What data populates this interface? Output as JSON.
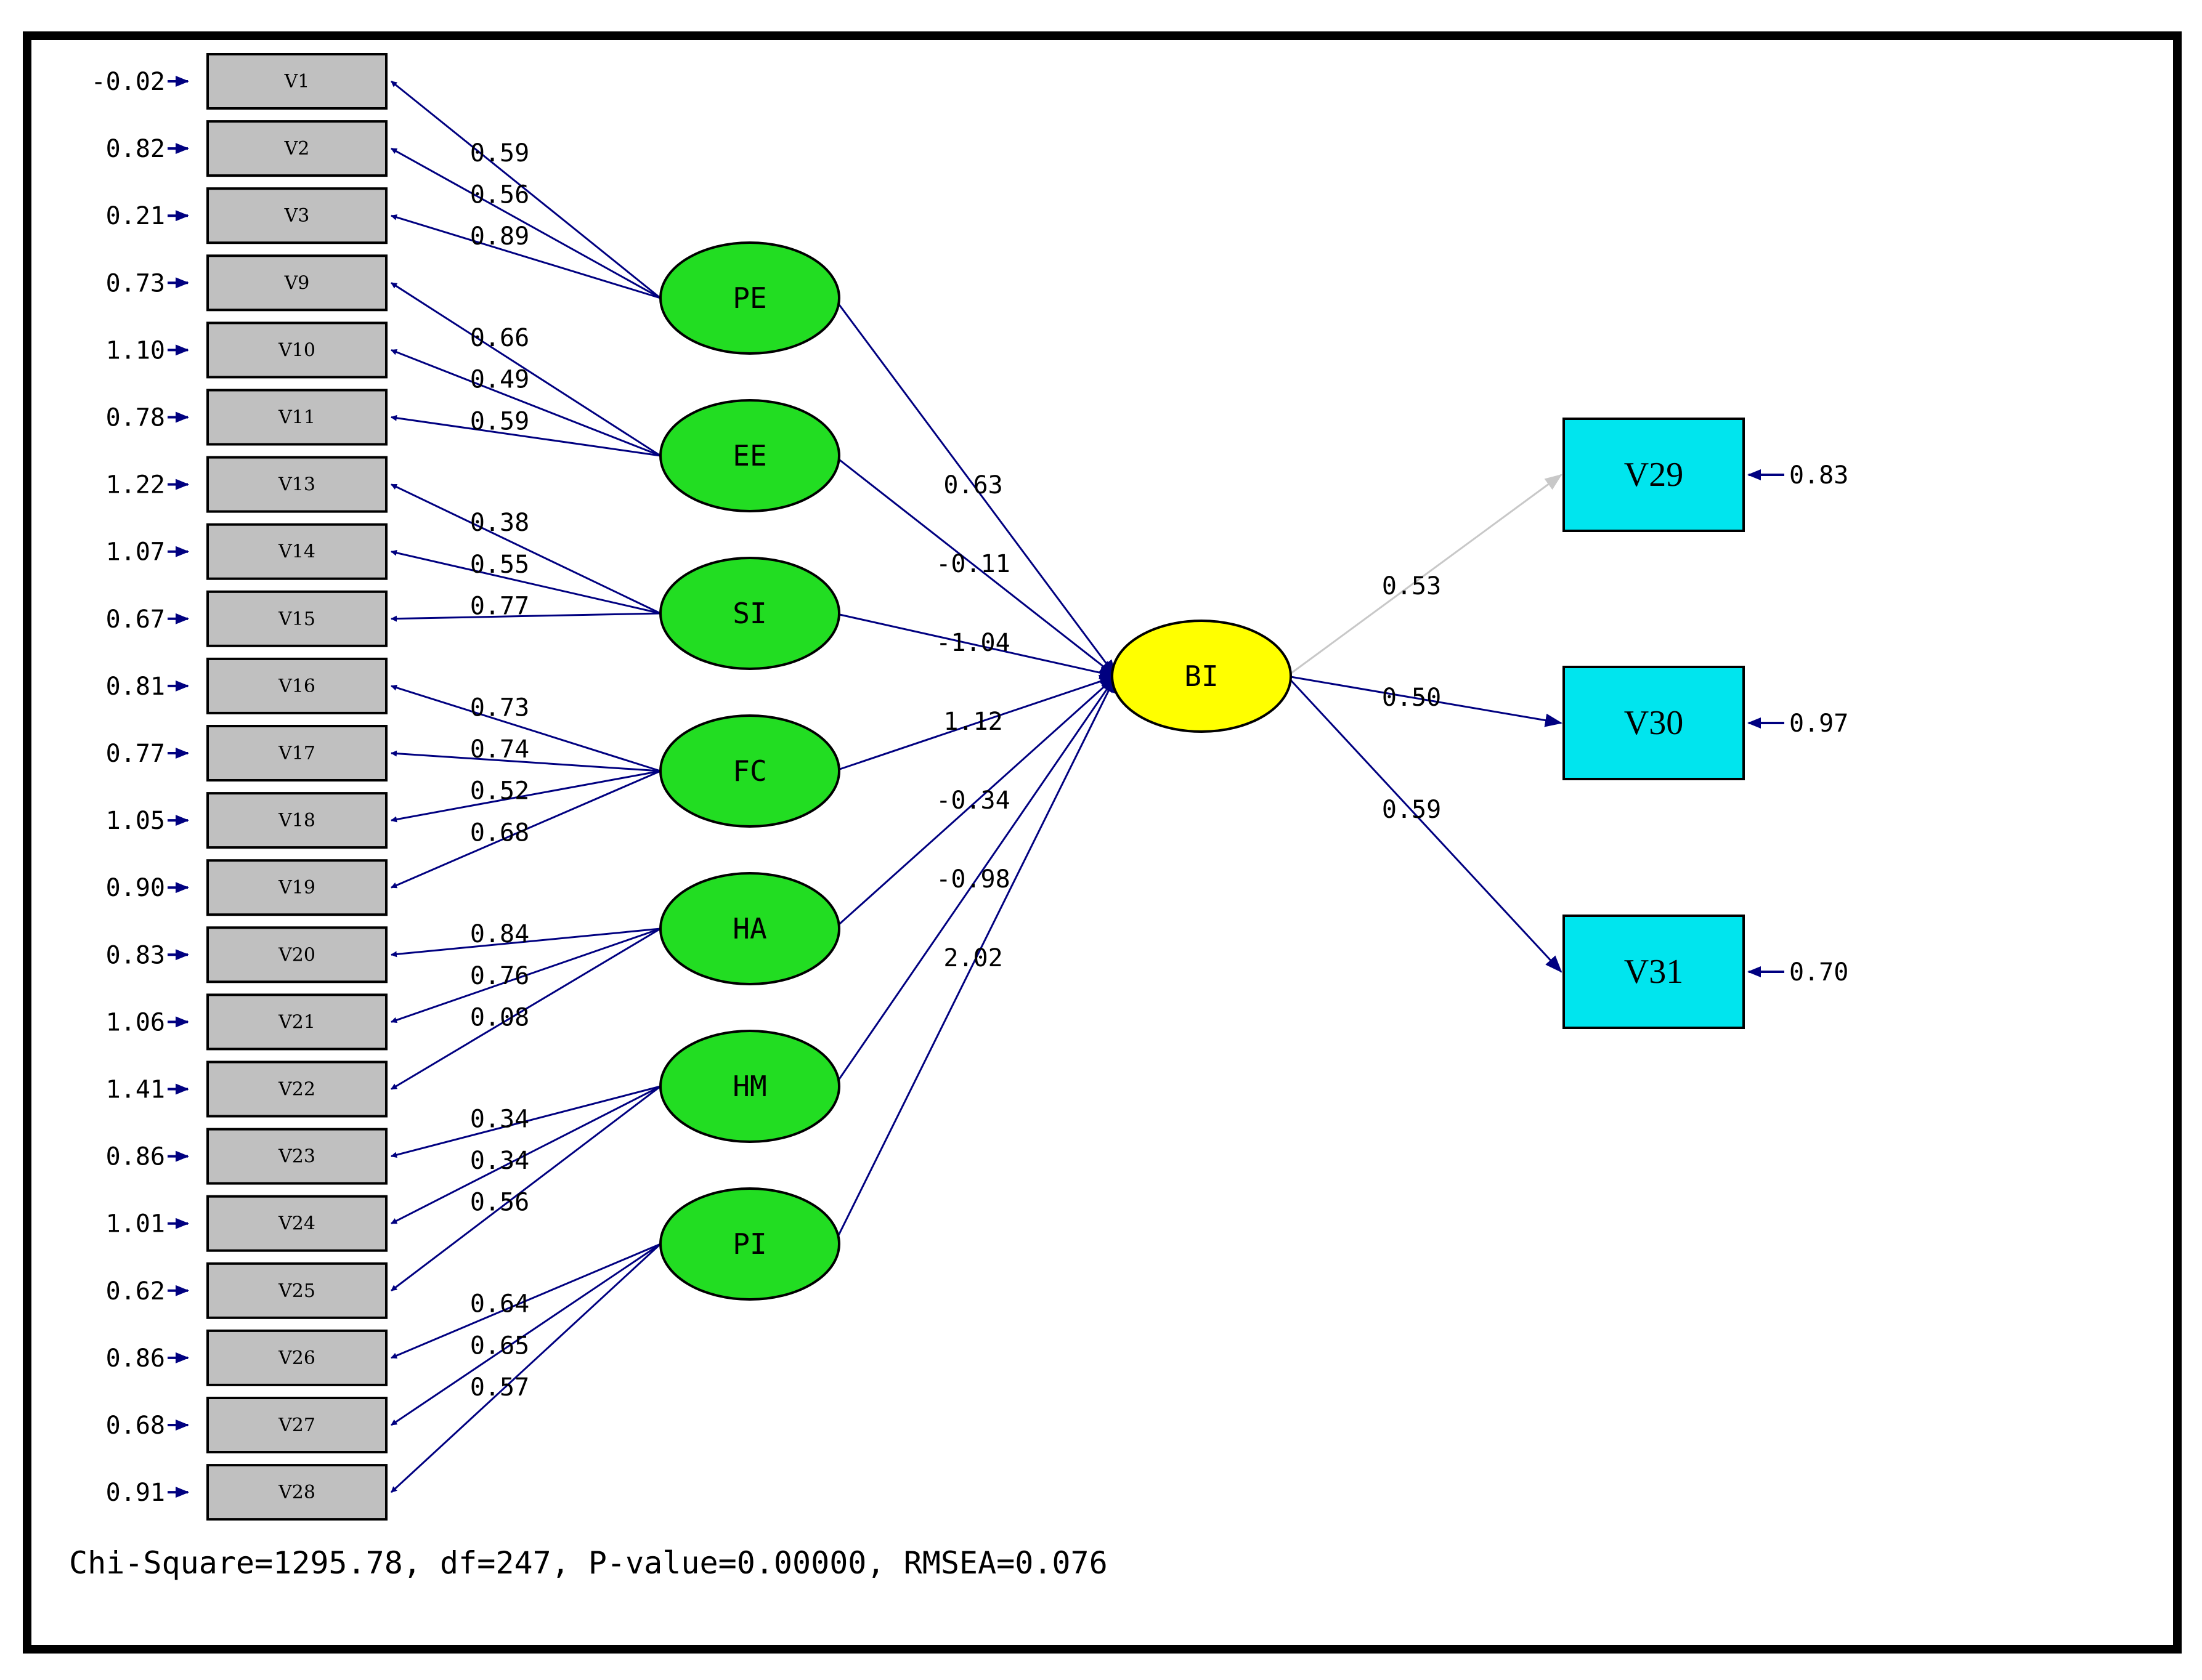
{
  "indicators": [
    {
      "name": "V1",
      "error": "-0.02"
    },
    {
      "name": "V2",
      "error": "0.82"
    },
    {
      "name": "V3",
      "error": "0.21"
    },
    {
      "name": "V9",
      "error": "0.73"
    },
    {
      "name": "V10",
      "error": "1.10"
    },
    {
      "name": "V11",
      "error": "0.78"
    },
    {
      "name": "V13",
      "error": "1.22"
    },
    {
      "name": "V14",
      "error": "1.07"
    },
    {
      "name": "V15",
      "error": "0.67"
    },
    {
      "name": "V16",
      "error": "0.81"
    },
    {
      "name": "V17",
      "error": "0.77"
    },
    {
      "name": "V18",
      "error": "1.05"
    },
    {
      "name": "V19",
      "error": "0.90"
    },
    {
      "name": "V20",
      "error": "0.83"
    },
    {
      "name": "V21",
      "error": "1.06"
    },
    {
      "name": "V22",
      "error": "1.41"
    },
    {
      "name": "V23",
      "error": "0.86"
    },
    {
      "name": "V24",
      "error": "1.01"
    },
    {
      "name": "V25",
      "error": "0.62"
    },
    {
      "name": "V26",
      "error": "0.86"
    },
    {
      "name": "V27",
      "error": "0.68"
    },
    {
      "name": "V28",
      "error": "0.91"
    }
  ],
  "latents": [
    {
      "name": "PE",
      "loadings": [
        "0.59",
        "0.56",
        "0.89"
      ],
      "path": "0.63",
      "targets": [
        0,
        1,
        2
      ]
    },
    {
      "name": "EE",
      "loadings": [
        "0.66",
        "0.49",
        "0.59"
      ],
      "path": "-0.11",
      "targets": [
        3,
        4,
        5
      ]
    },
    {
      "name": "SI",
      "loadings": [
        "0.38",
        "0.55",
        "0.77"
      ],
      "path": "-1.04",
      "targets": [
        6,
        7,
        8
      ]
    },
    {
      "name": "FC",
      "loadings": [
        "0.73",
        "0.74",
        "0.52",
        "0.68"
      ],
      "path": "1.12",
      "targets": [
        9,
        10,
        11,
        12
      ]
    },
    {
      "name": "HA",
      "loadings": [
        "0.84",
        "0.76",
        "0.08"
      ],
      "path": "-0.34",
      "targets": [
        13,
        14,
        15
      ]
    },
    {
      "name": "HM",
      "loadings": [
        "0.34",
        "0.34",
        "0.56"
      ],
      "path": "-0.98",
      "targets": [
        16,
        17,
        18
      ]
    },
    {
      "name": "PI",
      "loadings": [
        "0.64",
        "0.65",
        "0.57"
      ],
      "path": "2.02",
      "targets": [
        19,
        20,
        21
      ]
    }
  ],
  "outcome": {
    "name": "BI"
  },
  "outcome_indicators": [
    {
      "name": "V29",
      "loading": "0.53",
      "error": "0.83"
    },
    {
      "name": "V30",
      "loading": "0.50",
      "error": "0.97"
    },
    {
      "name": "V31",
      "loading": "0.59",
      "error": "0.70"
    }
  ],
  "fit_stats": "Chi-Square=1295.78, df=247, P-value=0.00000, RMSEA=0.076",
  "colors": {
    "indicator_fill": "#c0c0c0",
    "latent_fill": "#22dd22",
    "outcome_fill": "#ffff00",
    "outcome_indicator_fill": "#00e5ee",
    "path_stroke": "#000080",
    "first_loading_stroke": "#c8c8c8"
  }
}
